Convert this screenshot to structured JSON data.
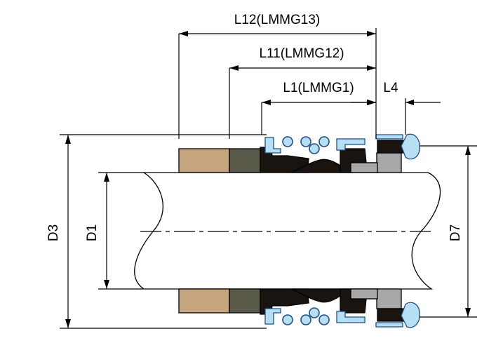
{
  "labels": {
    "l12": "L12(LMMG13)",
    "l11": "L11(LMMG12)",
    "l1": "L1(LMMG1)",
    "l4": "L4",
    "d3": "D3",
    "d1": "D1",
    "d7": "D7"
  },
  "colors": {
    "seat_face": "#c5a47e",
    "bellows": "#5a5a4a",
    "rubber": "#1a1410",
    "spring_ring": "#b7dff4",
    "spring_stroke": "#1d4f86",
    "ring_gray": "#a8a8a8",
    "shaft_fill": "#ffffff"
  }
}
